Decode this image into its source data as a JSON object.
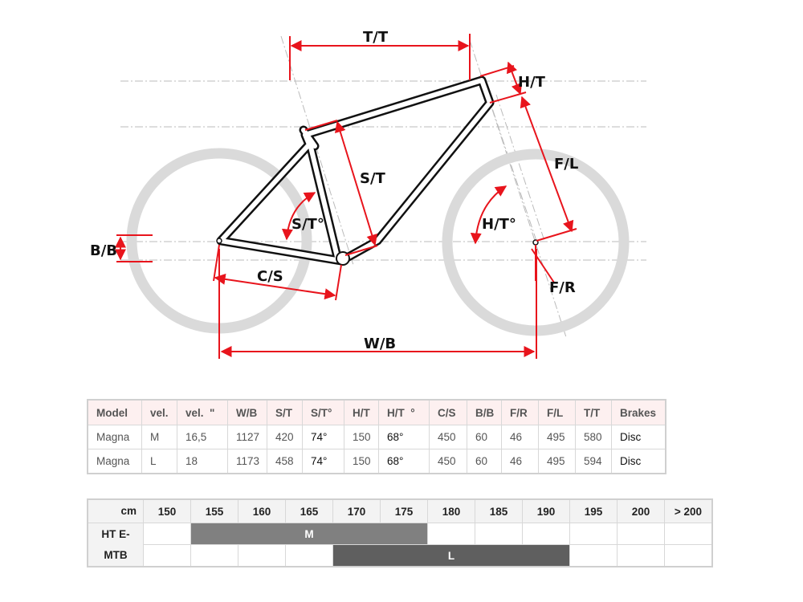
{
  "diagram": {
    "labels": {
      "tt": "T/T",
      "ht": "H/T",
      "fl": "F/L",
      "st": "S/T",
      "sta": "S/T°",
      "hta": "H/T°",
      "bb": "B/B",
      "cs": "C/S",
      "fr": "F/R",
      "wb": "W/B"
    },
    "colors": {
      "dimension": "#e8141c",
      "wheel": "#d9d9d9",
      "frame": "#111111",
      "guide": "#bbbbbb"
    }
  },
  "geometry_table": {
    "headers": [
      "Model",
      "vel.",
      "vel.  \"",
      "W/B",
      "S/T",
      "S/T°",
      "H/T",
      "H/T  °",
      "C/S",
      "B/B",
      "F/R",
      "F/L",
      "T/T",
      "Brakes"
    ],
    "rows": [
      [
        "Magna",
        "M",
        "16,5",
        "1127",
        "420",
        "74°",
        "150",
        "68°",
        "450",
        "60",
        "46",
        "495",
        "580",
        "Disc"
      ],
      [
        "Magna",
        "L",
        "18",
        "1173",
        "458",
        "74°",
        "150",
        "68°",
        "450",
        "60",
        "46",
        "495",
        "594",
        "Disc"
      ]
    ]
  },
  "size_table": {
    "unit": "cm",
    "heights": [
      "150",
      "155",
      "160",
      "165",
      "170",
      "175",
      "180",
      "185",
      "190",
      "195",
      "200",
      "> 200"
    ],
    "model": "HT E-MTB",
    "sizes": [
      {
        "label": "M",
        "from": "155",
        "to": "175"
      },
      {
        "label": "L",
        "from": "170",
        "to": "190"
      }
    ]
  }
}
